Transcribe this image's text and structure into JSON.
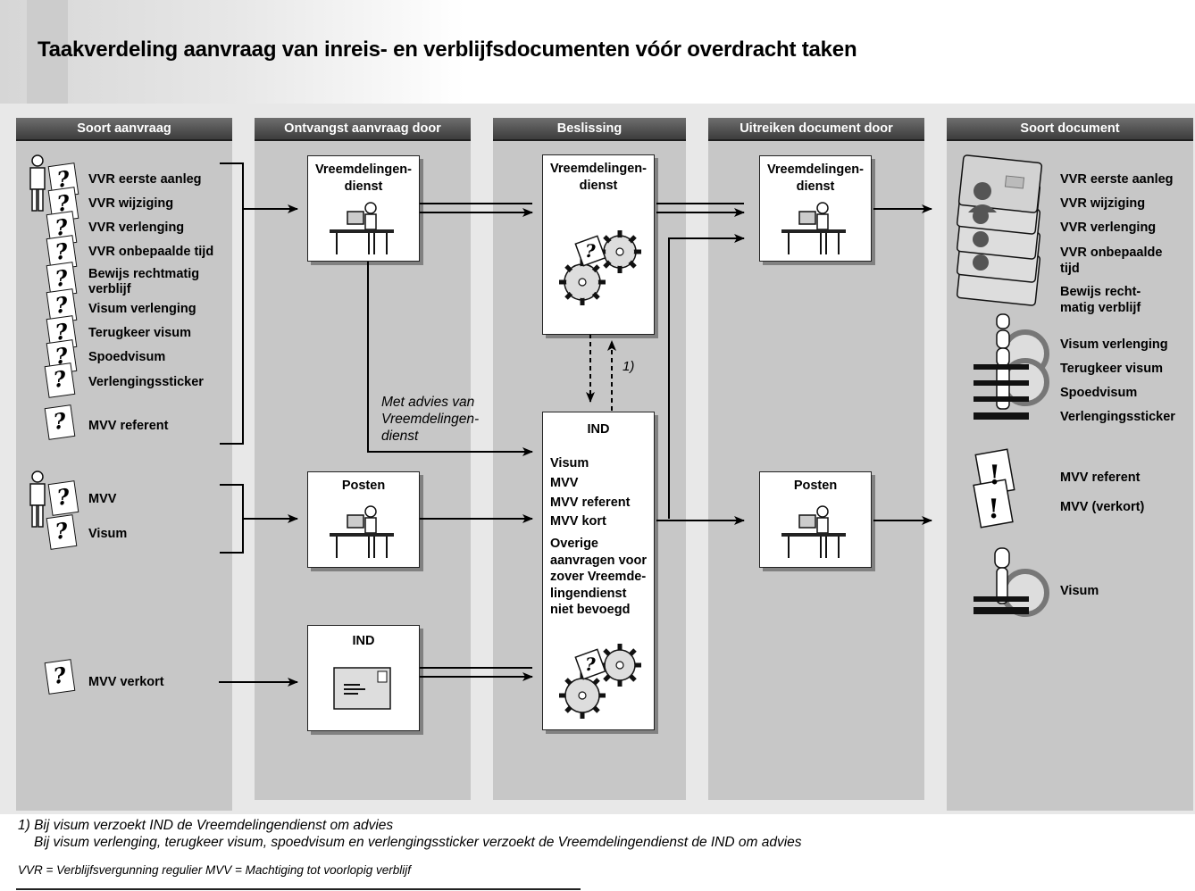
{
  "title": "Taakverdeling aanvraag van inreis- en verblijfsdocumenten vóór overdracht taken",
  "columns": [
    {
      "label": "Soort aanvraag"
    },
    {
      "label": "Ontvangst aanvraag door"
    },
    {
      "label": "Beslissing"
    },
    {
      "label": "Uitreiken document door"
    },
    {
      "label": "Soort document"
    }
  ],
  "applications": {
    "group1": [
      "VVR eerste aanleg",
      "VVR wijziging",
      "VVR verlenging",
      "VVR onbepaalde tijd",
      "Bewijs rechtmatig verblijf",
      "Visum verlenging",
      "Terugkeer visum",
      "Spoedvisum",
      "Verlengingssticker",
      "MVV referent"
    ],
    "group2": [
      "MVV",
      "Visum"
    ],
    "group3": [
      "MVV verkort"
    ]
  },
  "reception": {
    "box1": "Vreemdelingen-dienst",
    "box2": "Posten",
    "box3": "IND",
    "advice_note": "Met advies van Vreemdelingen-dienst"
  },
  "decision": {
    "box1": "Vreemdelingen-dienst",
    "footnote_marker": "1)",
    "ind_title": "IND",
    "ind_items": [
      "Visum",
      "MVV",
      "MVV referent",
      "MVV kort"
    ],
    "ind_other": "Overige aanvragen voor zover Vreemde-lingendienst niet bevoegd"
  },
  "issue": {
    "box1": "Vreemdelingen-dienst",
    "box2": "Posten"
  },
  "documents": {
    "group1": [
      "VVR eerste aanleg",
      "VVR wijziging",
      "VVR verlenging",
      "VVR onbepaalde tijd",
      "Bewijs recht-matig verblijf"
    ],
    "group2": [
      "Visum verlenging",
      "Terugkeer visum",
      "Spoedvisum",
      "Verlengingssticker"
    ],
    "group3": [
      "MVV referent",
      "MVV (verkort)"
    ],
    "group4": [
      "Visum"
    ]
  },
  "footnotes": {
    "line1": "1) Bij visum verzoekt IND de Vreemdelingendienst om advies",
    "line2": "Bij visum verlenging, terugkeer visum, spoedvisum en verlengingssticker verzoekt de Vreemdelingendienst de IND om advies",
    "abbrev": "VVR = Verblijfsvergunning regulier   MVV = Machtiging tot voorlopig verblijf"
  }
}
